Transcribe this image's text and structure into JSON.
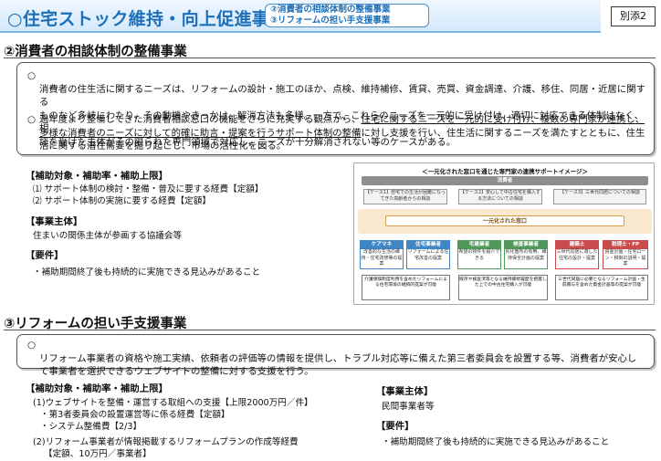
{
  "header": {
    "title": "○住宅ストック維持・向上促進事業",
    "sub1": "②消費者の相談体制の整備事業",
    "sub2": "③リフォームの担い手支援事業",
    "attachment": "別添2"
  },
  "section2": {
    "title": "②消費者の相談体制の整備事業",
    "para1": "消費者の住生活に関するニーズは、リフォームの設計・施工のほか、点検、維持補修、賃貸、売買、資金調達、介護、移住、同居・近居に関する\nものなど多岐にわたり、その動機やきっかけ、解消方法も多様。一方で、これらのニーズを一元的に受け付け、適切に対応できる体制はなく、相\n談を受けた主体がその限られた専門領域で対応し、ニーズが十分解消されない等のケースがある。",
    "para2_a": "過年度より整備してきた消費者相談窓口の機能をさらに充実する観点から、",
    "para2_u1": "住宅に関するニーズを一元的に受け付け、複数の専門家が連携し",
    "para2_b": "、多様な消費者のニーズに対して的確に助言・提案を行うサポート体制の整備",
    "para2_c": "に対し支援を行い、住生活に関するニーズを満たすとともに、住",
    "para2_d": "生活に関する潜在需要を掘り起こし、市場の活性化を図る。",
    "support_head": "【補助対象・補助率・補助上限】",
    "support1": "⑴ サポート体制の検討・整備・普及に要する経費【定額】",
    "support2": "⑵ サポート体制の実施に要する経費【定額】",
    "entity_head": "【事業主体】",
    "entity": "住まいの関係主体が参画する協議会等",
    "req_head": "【要件】",
    "req": "・補助期間終了後も持続的に実施できる見込みがあること"
  },
  "diagram": {
    "title": "＜一元化された窓口を通じた専門家の連携サポートイメージ＞",
    "consumer": "消費者",
    "case1": "【ケース1】自宅での生活が困難になってきた高齢者からの相談",
    "case2": "【ケース2】安心して中古住宅を購入する方法についての相談",
    "case3": "【ケース3】三世代同居についての相談",
    "window": "一元化された窓口",
    "experts": [
      {
        "label": "ケアマネ",
        "desc": "改善的な生活の維持・住宅改修等の提案"
      },
      {
        "label": "住宅事業者",
        "desc": "リフォームによる住宅改善の提案"
      },
      {
        "label": "宅建業者",
        "desc": "希望の物件を紹介できる"
      },
      {
        "label": "検査事業者",
        "desc": "劣化箇所の有無、維持保全計画の提案"
      },
      {
        "label": "建築士",
        "desc": "三世代同居に適した住宅の設計・提案"
      },
      {
        "label": "税理士・FP",
        "desc": "資金計画・住宅ローン・税制の説明・提案"
      }
    ],
    "out1": "介護保険制度利用を含めたリフォームによる住宅環境の継続的提案が可能",
    "out2": "既存や検査済等となる維持補修履歴を把握した上での中古住宅購入が可能",
    "out3": "三世代同居に必要となるリフォーム計画・生前贈与を含めた資金計画等の提案が可能"
  },
  "section3": {
    "title": "③リフォームの担い手支援事業",
    "para": "リフォーム事業者の資格や施工実績、依頼者の評価等の情報を提供し、トラブル対応等に備えた第三者委員会を設置する等、消費者が安心し\nて事業者を選択できるウェブサイトの整備に対する支援を行う。",
    "support_head": "【補助対象・補助率・補助上限】",
    "s1": "(1)ウェブサイトを整備・運営する取組への支援【上限2000万円／件】",
    "s1a": "・第3者委員会の設置運営等に係る経費【定額】",
    "s1b": "・システム整備費【2/3】",
    "s2": "(2)リフォーム事業者が情報掲載するリフォームプランの作成等経費",
    "s2a": "【定額、10万円／事業者】",
    "entity_head": "【事業主体】",
    "entity": "民間事業者等",
    "req_head": "【要件】",
    "req": "・補助期間終了後も持続的に実施できる見込みがあること"
  },
  "colors": {
    "header_blue": "#1d6fb8",
    "consumer_grey": "#8e8e8e",
    "window_orange": "#e8b26a",
    "expert_blue": "#3f86c6",
    "expert_green": "#4f9a5b",
    "expert_red": "#c94b4b"
  }
}
